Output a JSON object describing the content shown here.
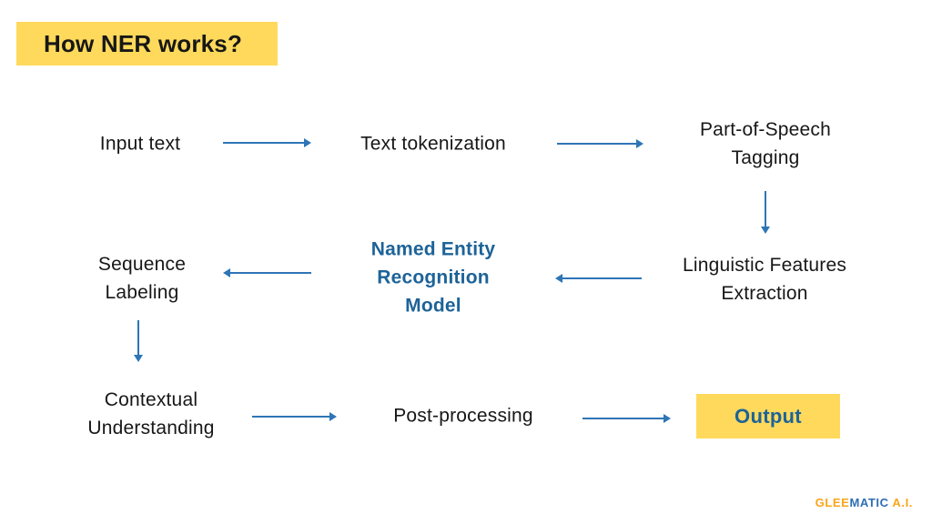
{
  "title": "How NER works?",
  "colors": {
    "yellow": "#FFD95B",
    "arrow_blue": "#2E75B6",
    "accent_blue": "#1D6398",
    "logo_orange": "#F9A51A",
    "logo_blue": "#2F6DB5",
    "text_black": "#171717"
  },
  "nodes": {
    "input_text": {
      "lines": [
        "Input text"
      ]
    },
    "text_tokenization": {
      "lines": [
        "Text tokenization"
      ]
    },
    "pos_tagging": {
      "lines": [
        "Part-of-Speech",
        "Tagging"
      ]
    },
    "linguistic_features": {
      "lines": [
        "Linguistic Features",
        "Extraction"
      ]
    },
    "ner_model": {
      "lines": [
        "Named Entity",
        "Recognition",
        "Model"
      ]
    },
    "sequence_labeling": {
      "lines": [
        "Sequence",
        "Labeling"
      ]
    },
    "contextual_understanding": {
      "lines": [
        "Contextual",
        "Understanding"
      ]
    },
    "post_processing": {
      "lines": [
        "Post-processing"
      ]
    },
    "output": {
      "lines": [
        "Output"
      ]
    }
  },
  "logo": {
    "glee": "GLEE",
    "matic": "MATIC",
    "ai": " A.I."
  }
}
